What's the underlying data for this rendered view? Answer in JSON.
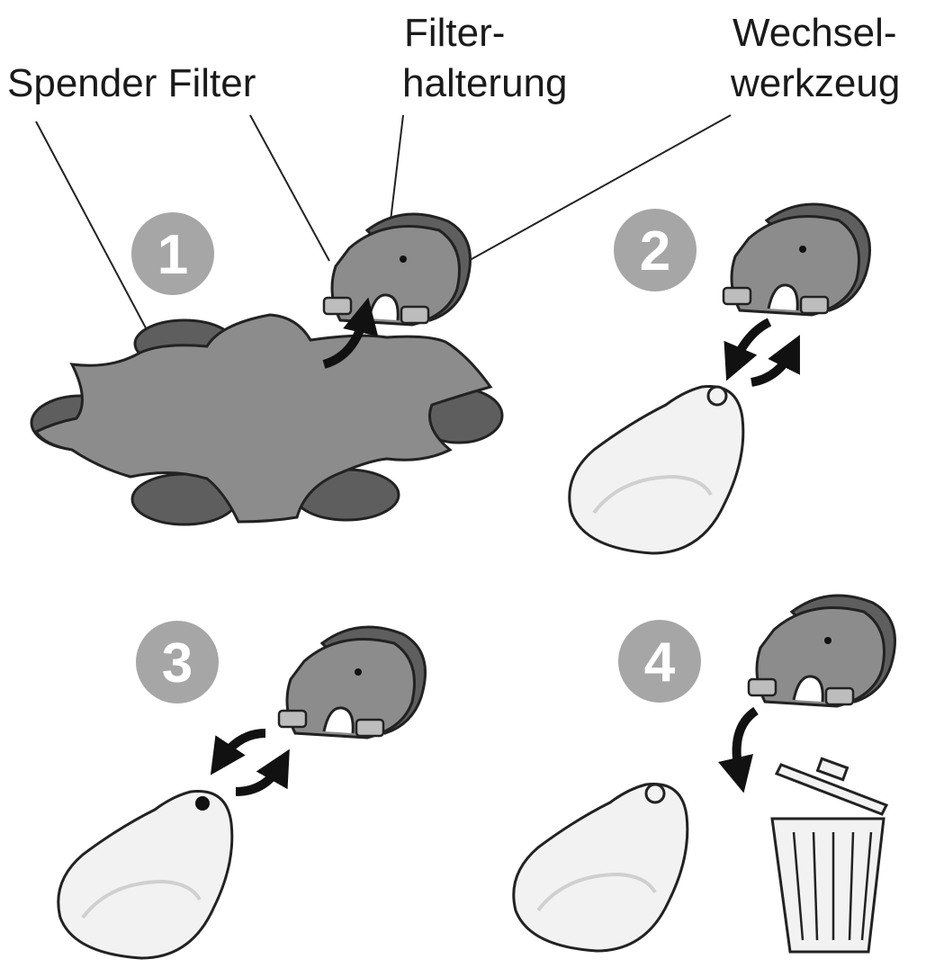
{
  "labels": {
    "dispenser": "Spender Filter",
    "holder_line1": "Filter-",
    "holder_line2": "halterung",
    "tool_line1": "Wechsel-",
    "tool_line2": "werkzeug"
  },
  "steps": [
    {
      "number": "1"
    },
    {
      "number": "2"
    },
    {
      "number": "3"
    },
    {
      "number": "4"
    }
  ],
  "colors": {
    "part_gray": "#8c8c8c",
    "part_dark": "#5e5e5e",
    "badge_gray": "#a6a6a6",
    "earpiece": "#f2f2f2",
    "outline": "#222222"
  }
}
